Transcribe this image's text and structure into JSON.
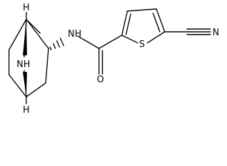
{
  "molecule": {
    "atoms": [
      {
        "id": "H_top",
        "label": "H"
      },
      {
        "id": "H_bottom",
        "label": "H"
      },
      {
        "id": "NH_bridge",
        "label": "NH"
      },
      {
        "id": "N_amide",
        "label": "N"
      },
      {
        "id": "H_amide",
        "label": "H"
      },
      {
        "id": "S_ring",
        "label": "S"
      },
      {
        "id": "O_carbonyl",
        "label": "O"
      },
      {
        "id": "N_nitrile",
        "label": "N"
      }
    ]
  }
}
